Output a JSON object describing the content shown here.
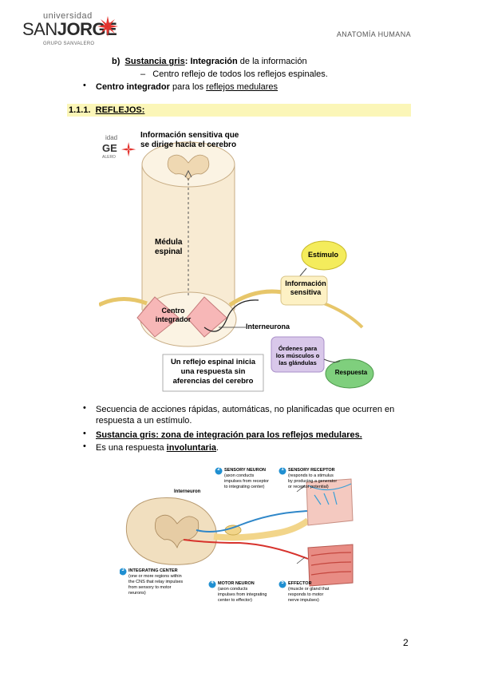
{
  "header": {
    "logo_small": "universidad",
    "logo_san": "SAN",
    "logo_jorge": "JORGE",
    "logo_group": "GRUPO SANVALERO",
    "course": "ANATOMÍA HUMANA"
  },
  "list1": {
    "item_b_marker": "b)",
    "item_b_term": "Sustancia gris",
    "item_b_colon": ":",
    "item_b_bold": " Integración",
    "item_b_rest": " de la información",
    "sub_dash": "–",
    "sub_text": "Centro reflejo de todos los reflejos espinales.",
    "bullet2_bold": "Centro integrador",
    "bullet2_mid": " para los ",
    "bullet2_u": "reflejos medulares"
  },
  "section": {
    "number": "1.1.1.",
    "title": "REFLEJOS:"
  },
  "figure1": {
    "logo_frag1": "idad",
    "logo_frag2": "GE",
    "logo_frag3": "ALERO",
    "info_line1": "Información sensitiva que",
    "info_line2": "se dirige hacia el cerebro",
    "medula_line1": "Médula",
    "medula_line2": "espinal",
    "estimulo": "Estímulo",
    "info_sens_line1": "Información",
    "info_sens_line2": "sensitiva",
    "centro_line1": "Centro",
    "centro_line2": "integrador",
    "interneurona": "Interneurona",
    "ordenes_line1": "Órdenes para",
    "ordenes_line2": "los músculos o",
    "ordenes_line3": "las glándulas",
    "respuesta": "Respuesta",
    "caption_line1": "Un reflejo espinal inicia",
    "caption_line2": "una respuesta sin",
    "caption_line3": "aferencias del cerebro"
  },
  "list2": {
    "b1_line1": "Secuencia de acciones rápidas, automáticas, no planificadas que ocurren en",
    "b1_line2": "respuesta a un estímulo.",
    "b2": "Sustancia gris: zona de integración para los reflejos medulares.",
    "b3_pre": "Es una respuesta ",
    "b3_u": "involuntaria",
    "b3_post": "."
  },
  "figure2": {
    "interneuron": "Interneuron",
    "n1": "1",
    "receptor_title": "SENSORY RECEPTOR",
    "receptor_d1": "(responds to a stimulus",
    "receptor_d2": "by producing a generator",
    "receptor_d3": "or receptor potential)",
    "n2": "2",
    "sensory_title": "SENSORY NEURON",
    "sensory_d1": "(axon conducts",
    "sensory_d2": "impulses from receptor",
    "sensory_d3": "to integrating center)",
    "n3": "3",
    "integ_title": "INTEGRATING CENTER",
    "integ_d1": "(one or more regions within",
    "integ_d2": "the CNS that relay impulses",
    "integ_d3": "from sensory to motor",
    "integ_d4": "neurons)",
    "n4": "4",
    "motor_title": "MOTOR NEURON",
    "motor_d1": "(axon conducts",
    "motor_d2": "impulses from integrating",
    "motor_d3": "center to effector)",
    "n5": "5",
    "effector_title": "EFFECTOR",
    "effector_d1": "(muscle or gland that",
    "effector_d2": "responds to motor",
    "effector_d3": "nerve impulses)"
  },
  "footer": {
    "page": "2"
  },
  "colors": {
    "highlight": "#fbf6b8",
    "estimulo_fill": "#f4ec5c",
    "info_fill": "#fdf1c4",
    "centro_fill": "#f7b7b7",
    "ordenes_fill": "#d9c8ea",
    "respuesta_fill": "#7fcf7d",
    "logo_red": "#e3342f",
    "badge_blue": "#1f8fd1"
  }
}
